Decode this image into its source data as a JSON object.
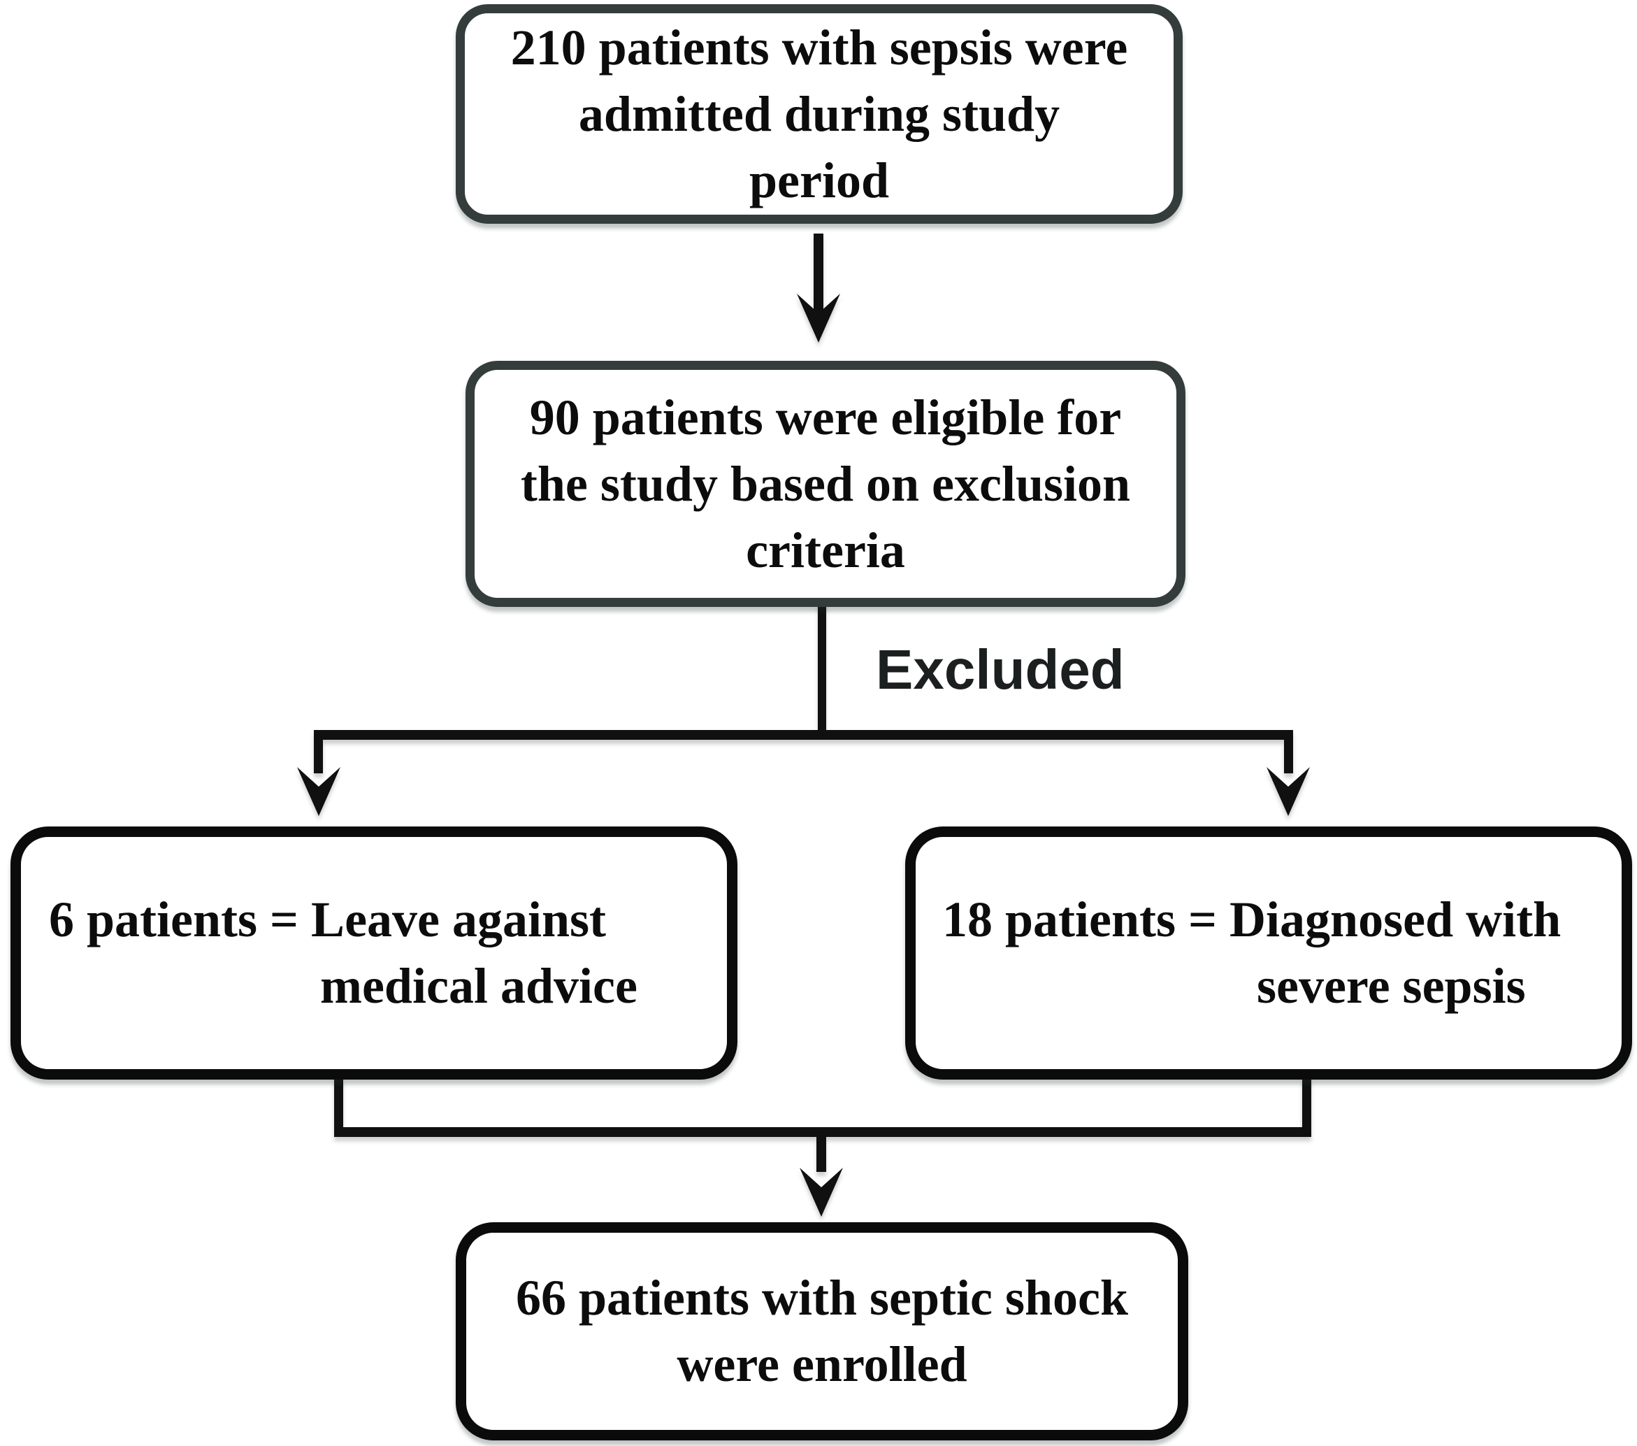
{
  "diagram": {
    "title_semantic": "patient enrollment flowchart",
    "background_color": "#ffffff",
    "connector_color": "#101010",
    "top_box_border_color": "#343d3c",
    "dark_box_border_color": "#0b0b0b",
    "text_color": "#0c0c0c",
    "excluded_label": "Excluded",
    "boxes": {
      "admitted": {
        "lines": [
          "210 patients with sepsis were",
          "admitted during study",
          "period"
        ]
      },
      "eligible": {
        "lines": [
          "90 patients were eligible for",
          "the study based on exclusion",
          "criteria"
        ]
      },
      "lama": {
        "lines": [
          "6 patients = Leave against",
          "medical advice"
        ]
      },
      "severe": {
        "lines": [
          "18 patients = Diagnosed with",
          "severe sepsis"
        ]
      },
      "enrolled": {
        "lines": [
          "66 patients with septic shock",
          "were enrolled"
        ]
      }
    }
  }
}
